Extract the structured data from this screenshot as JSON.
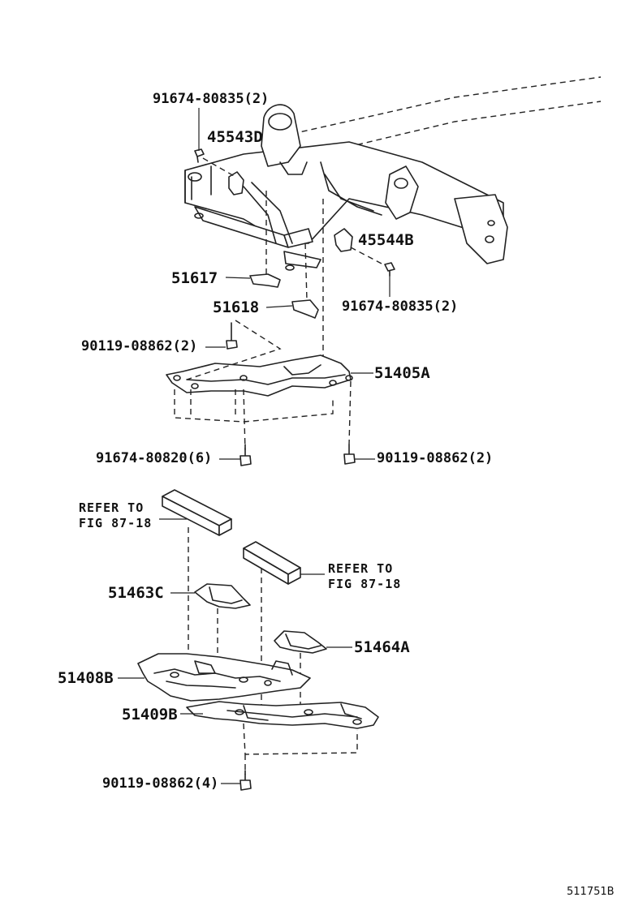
{
  "labels": {
    "bolt_top_left": "91674-80835(2)",
    "part_45543D": "45543D",
    "part_45544B": "45544B",
    "bolt_top_right": "91674-80835(2)",
    "part_51617": "51617",
    "part_51618": "51618",
    "bolt_90119_upper": "90119-08862(2)",
    "part_51405A": "51405A",
    "bolt_91674_80820": "91674-80820(6)",
    "bolt_90119_mid": "90119-08862(2)",
    "refer_left_line1": "REFER TO",
    "refer_left_line2": "FIG 87-18",
    "refer_right_line1": "REFER TO",
    "refer_right_line2": "FIG 87-18",
    "part_51463C": "51463C",
    "part_51464A": "51464A",
    "part_51408B": "51408B",
    "part_51409B": "51409B",
    "bolt_90119_lower": "90119-08862(4)",
    "diagram_code": "511751B"
  }
}
